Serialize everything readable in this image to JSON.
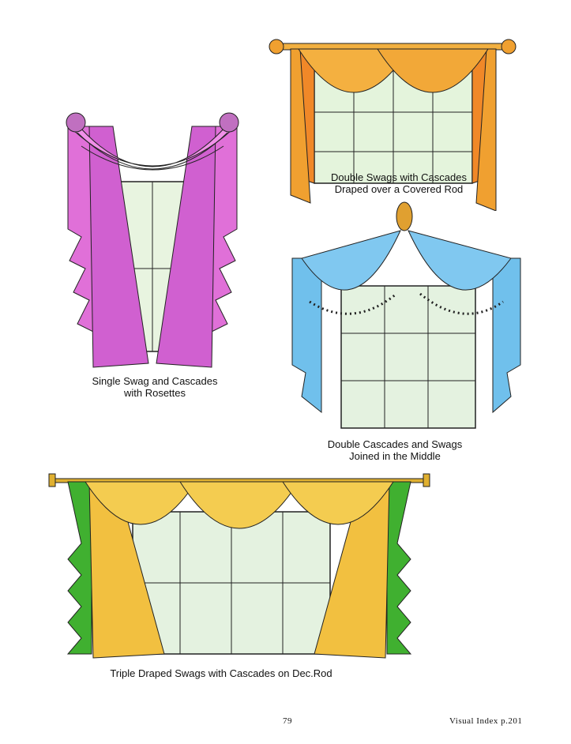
{
  "illustrations": [
    {
      "caption": [
        "Single Swag and Cascades",
        "with Rosettes"
      ],
      "color": "#e070d8"
    },
    {
      "caption": [
        "Double Swags with Cascades",
        "Draped over a Covered Rod"
      ],
      "color": "#f0a030"
    },
    {
      "caption": [
        "Double Cascades and Swags",
        "Joined in the Middle"
      ],
      "color": "#70c0ec"
    },
    {
      "caption": [
        "Triple Draped Swags with Cascades on Dec.Rod"
      ],
      "color": "#f2c040"
    }
  ],
  "footer": {
    "page_number": "79",
    "reference": "Visual Index p.201"
  }
}
